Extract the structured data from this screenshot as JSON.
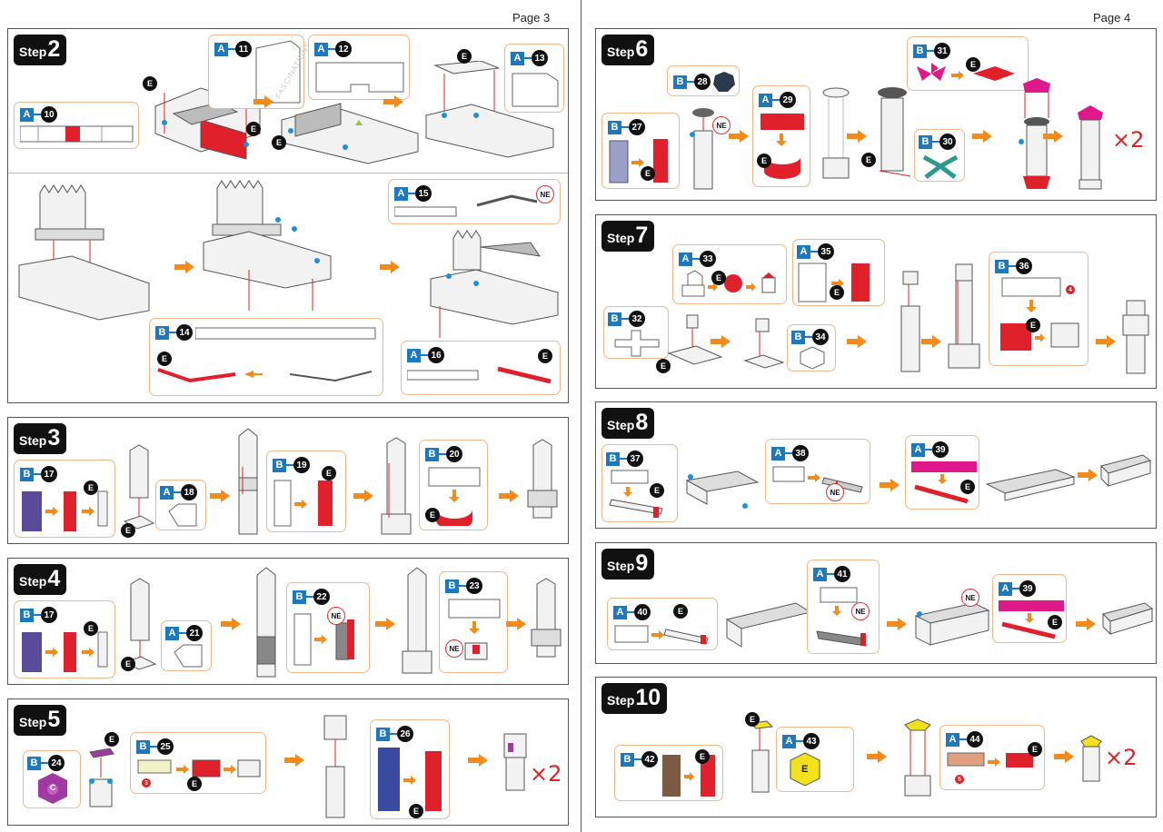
{
  "pages": {
    "left": "Page 3",
    "right": "Page 4"
  },
  "step_word": "Step",
  "steps": {
    "s2": "2",
    "s3": "3",
    "s4": "4",
    "s5": "5",
    "s6": "6",
    "s7": "7",
    "s8": "8",
    "s9": "9",
    "s10": "10"
  },
  "sheets": {
    "a": "A",
    "b": "B",
    "c": "C",
    "e": "E"
  },
  "parts": {
    "p10": "10",
    "p11": "11",
    "p12": "12",
    "p13": "13",
    "p14": "14",
    "p15": "15",
    "p16": "16",
    "p17": "17",
    "p18": "18",
    "p19": "19",
    "p20": "20",
    "p21": "21",
    "p22": "22",
    "p23": "23",
    "p24": "24",
    "p25": "25",
    "p26": "26",
    "p27": "27",
    "p28": "28",
    "p29": "29",
    "p30": "30",
    "p31": "31",
    "p32": "32",
    "p33": "33",
    "p34": "34",
    "p35": "35",
    "p36": "36",
    "p37": "37",
    "p38": "38",
    "p39": "39",
    "p40": "40",
    "p41": "41",
    "p42": "42",
    "p43": "43",
    "p44": "44"
  },
  "markers": {
    "e": "E",
    "ne": "NE",
    "c": "C",
    "three": "3",
    "four": "4",
    "five": "5"
  },
  "multiplier": "×2",
  "watermark": "FASCINATIONS",
  "colors": {
    "accent_orange": "#f28a1c",
    "sheet_blue": "#1e78be",
    "part_red": "#e0202a",
    "part_purple": "#5a4a9a",
    "part_magenta": "#e0198a",
    "part_teal": "#2a9a8a",
    "part_yellow": "#f2e21c",
    "part_brown": "#7a5a40",
    "box_border": "#f0b88a",
    "dot_blue": "#1e90d8",
    "dot_green": "#8ccc3a"
  }
}
